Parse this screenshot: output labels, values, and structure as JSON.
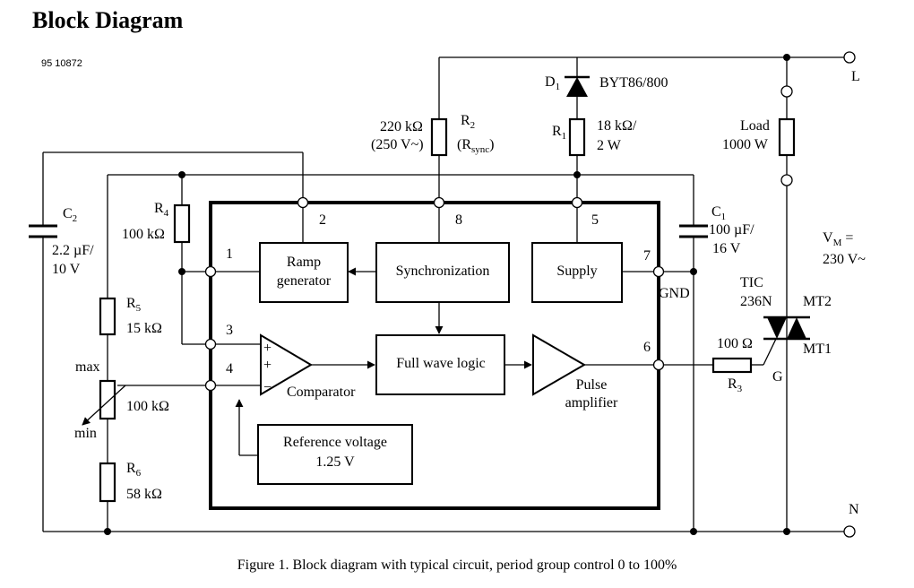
{
  "title": "Block Diagram",
  "doc_number": "95 10872",
  "caption": "Figure 1.  Block diagram with typical circuit, period group control 0 to 100%",
  "blocks": {
    "ramp_generator": [
      "Ramp",
      "generator"
    ],
    "synchronization": "Synchronization",
    "supply": "Supply",
    "full_wave_logic": "Full wave logic",
    "comparator": "Comparator",
    "pulse_amplifier": [
      "Pulse",
      "amplifier"
    ],
    "reference_voltage": [
      "Reference voltage",
      "1.25 V"
    ]
  },
  "pins": {
    "p1": "1",
    "p2": "2",
    "p3": "3",
    "p4": "4",
    "p5": "5",
    "p6": "6",
    "p7": "7",
    "p8": "8"
  },
  "gnd_label": "GND",
  "comparator_signs": {
    "plus1": "+",
    "plus2": "+",
    "minus": "−"
  },
  "components": {
    "c2": {
      "name": "C",
      "sub": "2",
      "value1": "2.2 µF/",
      "value2": "10 V"
    },
    "r4": {
      "name": "R",
      "sub": "4",
      "value": "100 kΩ"
    },
    "r5": {
      "name": "R",
      "sub": "5",
      "value": "15 kΩ"
    },
    "pot": {
      "max": "max",
      "min": "min",
      "value": "100 kΩ"
    },
    "r6": {
      "name": "R",
      "sub": "6",
      "value": "58 kΩ"
    },
    "r2": {
      "name": "R",
      "sub": "2",
      "value1": "220 kΩ",
      "value2": "(250 V~)",
      "rsync_open": "(R",
      "rsync_sub": "sync",
      "rsync_close": ")"
    },
    "d1": {
      "name": "D",
      "sub": "1",
      "part": "BYT86/800"
    },
    "r1": {
      "name": "R",
      "sub": "1",
      "value1": "18 kΩ/",
      "value2": "2 W"
    },
    "c1": {
      "name": "C",
      "sub": "1",
      "value1": "100 µF/",
      "value2": "16 V"
    },
    "load": {
      "label": "Load",
      "value": "1000 W"
    },
    "vm": {
      "name": "V",
      "sub": "M",
      "eq": " =",
      "value": "230 V~"
    },
    "triac": {
      "part1": "TIC",
      "part2": "236N",
      "mt2": "MT2",
      "mt1": "MT1",
      "gate": "G"
    },
    "r3": {
      "value": "100 Ω",
      "name": "R",
      "sub": "3"
    }
  },
  "terminals": {
    "line": "L",
    "neutral": "N"
  }
}
